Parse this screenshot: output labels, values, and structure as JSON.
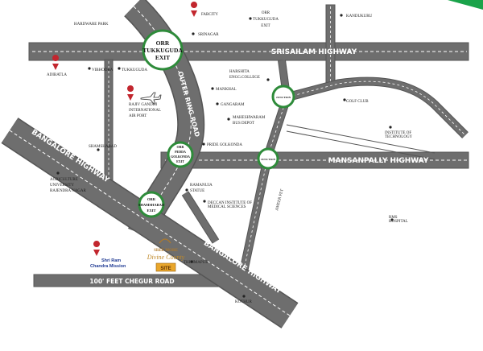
{
  "roads": {
    "srisailam": "SRISAILAM HIGHWAY",
    "mansanpally": "MANSANPALLY HIGHWAY",
    "bangalore_left": "BANGALORE HIGHWAY",
    "bangalore_right": "BANGALORE HIGHWAY",
    "chegur": "100' FEET CHEGUR ROAD",
    "outer_ring": "OUTER RING ROAD",
    "ameer_pet": "AMEER PET"
  },
  "exits": {
    "tukkuguda_lines": [
      "ORR",
      "TUKKUGUDA",
      "EXIT"
    ],
    "pedda_lines": [
      "ORR",
      "PEDDA",
      "GOLKONDA",
      "EXIT"
    ],
    "shamshabad_lines": [
      "ORR",
      "SHAMSHABAD",
      "EXIT"
    ],
    "junction_top": "JUNCTION",
    "junction_mid": "JUNCTION"
  },
  "places": {
    "fabcity": "FABCITY",
    "orr_tukkuguda_exit_top": [
      "ORR",
      "TUKKUGUDA",
      "EXIT"
    ],
    "kandukuru": "KANDUKURU",
    "hardware_park": "HARDWARE PARK",
    "srinagar": "SRINAGAR",
    "adibatla": "ADIBATLA",
    "vibhodra": "VIBHODRA",
    "tukkuguda": "TUKKUGUDA",
    "harshita_lines": [
      "HARSHITA",
      "ENGG.COLLEGE"
    ],
    "airport_lines": [
      "RAJIV GANDHI",
      "INTERNATIONAL",
      "AIR PORT"
    ],
    "mankhal": "MANKHAL",
    "gangaram": "GANGARAM",
    "maheshwaram_lines": [
      "MAHESHWARAM",
      "BUS DEPOT"
    ],
    "pride_golkonda": "PRIDE GOLKONDA",
    "shamshabad": "SHAMSHABAD",
    "agri_lines": [
      "AGRICULTURE",
      "UNIVERSITY",
      "RAJENDRA NAGAR"
    ],
    "ramanuja_lines": [
      "RAMANUJA",
      "STATUE"
    ],
    "deccan_lines": [
      "DECCAN INSTITUTE OF",
      "MEDICAL SCIENCES"
    ],
    "thimmapur": "THIMMAPUR",
    "kothur": "KOTHUR",
    "east_college_lines": [
      "INSTITUTE OF",
      "TECHNOLOGY"
    ],
    "east_small": "RMS",
    "east_small2": "HOSPITAL",
    "east_small3": "GOLF CLUB"
  },
  "site": {
    "brand": "SREE MORE",
    "project": "Divine County",
    "badge": "SITE"
  },
  "mission": {
    "line1": "Shri Ram",
    "line2": "Chandra Mission"
  },
  "colors": {
    "road": "#6e6e6e",
    "road_edge": "#555555",
    "dash": "#ffffff",
    "exit_ring": "#2e8b3a",
    "pin": "#c2262e",
    "site_badge": "#e9a62b",
    "mission_text": "#1f3a93",
    "corner_accent": "#1aa34a"
  }
}
